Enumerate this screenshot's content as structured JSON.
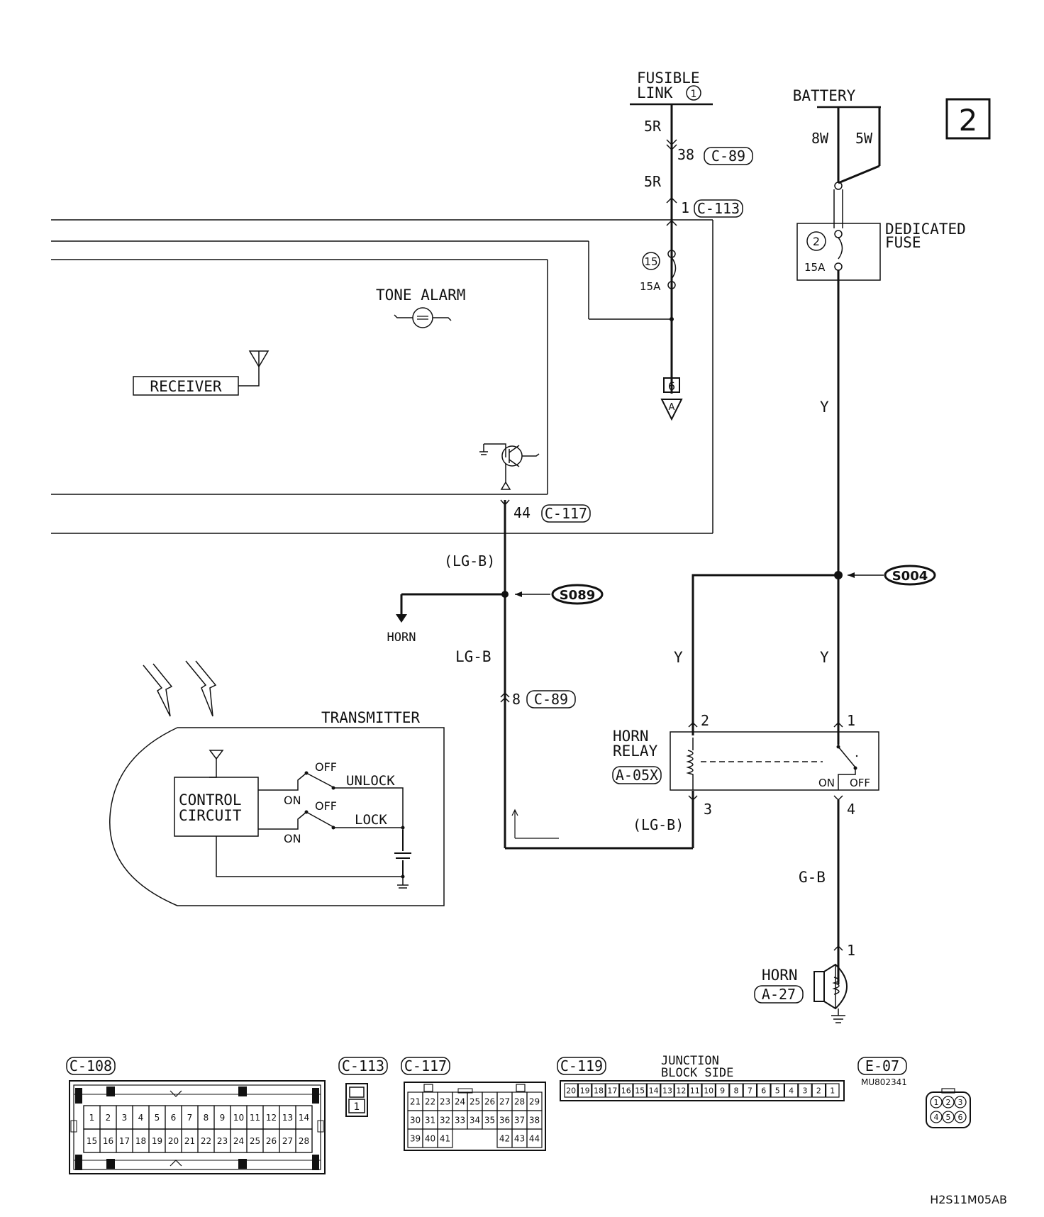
{
  "diagram": {
    "page_number": "2",
    "doc_code": "H2S11M05AB",
    "sources": {
      "fusible_link": "FUSIBLE\nLINK",
      "fusible_link_number": "1",
      "battery": "BATTERY"
    },
    "wires": {
      "w_5r_top": "5R",
      "w_5r_mid": "5R",
      "w_8w": "8W",
      "w_5w": "5W",
      "w_y_top": "Y",
      "w_lgb_paren": "(LG-B)",
      "w_lgb": "LG-B",
      "w_y_left": "Y",
      "w_y_right": "Y",
      "w_lgb_bottom": "(LG-B)",
      "w_gb": "G-B"
    },
    "pins": {
      "p38": "38",
      "p1_c113": "1",
      "p44": "44",
      "p8": "8",
      "relay_2": "2",
      "relay_1": "1",
      "relay_3": "3",
      "relay_4": "4",
      "horn_1": "1"
    },
    "connectors": {
      "c89_top": "C-89",
      "c113": "C-113",
      "c117": "C-117",
      "c89_bottom": "C-89"
    },
    "fuses": {
      "f15_number": "15",
      "f15_rating": "15A",
      "dedicated_number": "2",
      "dedicated_rating": "15A",
      "dedicated_label": "DEDICATED\nFUSE"
    },
    "splices": {
      "s089": "S089",
      "s004": "S004"
    },
    "components": {
      "tone_alarm": "TONE ALARM",
      "receiver": "RECEIVER",
      "ground_ref_num": "6",
      "ground_ref_letter": "A",
      "horn_arrow_label": "HORN",
      "transmitter": "TRANSMITTER",
      "control_circuit": "CONTROL\nCIRCUIT",
      "unlock": "UNLOCK",
      "lock": "LOCK",
      "on_1": "ON",
      "off_1": "OFF",
      "on_2": "ON",
      "off_2": "OFF",
      "horn_relay": "HORN\nRELAY",
      "horn_relay_code": "A-05X",
      "relay_on": "ON",
      "relay_off": "OFF",
      "horn": "HORN",
      "horn_code": "A-27"
    },
    "connector_views": {
      "c108_title": "C-108",
      "c108_row1": [
        "1",
        "2",
        "3",
        "4",
        "5",
        "6",
        "7",
        "8",
        "9",
        "10",
        "11",
        "12",
        "13",
        "14"
      ],
      "c108_row2": [
        "15",
        "16",
        "17",
        "18",
        "19",
        "20",
        "21",
        "22",
        "23",
        "24",
        "25",
        "26",
        "27",
        "28"
      ],
      "c113_title": "C-113",
      "c113_pin": "1",
      "c117_title": "C-117",
      "c117_row1": [
        "21",
        "22",
        "23",
        "24",
        "25",
        "26",
        "27",
        "28",
        "29"
      ],
      "c117_row2": [
        "30",
        "31",
        "32",
        "33",
        "34",
        "35",
        "36",
        "37",
        "38"
      ],
      "c117_row3_left": [
        "39",
        "40",
        "41"
      ],
      "c117_row3_right": [
        "42",
        "43",
        "44"
      ],
      "c119_title": "C-119",
      "c119_subtitle": "JUNCTION\nBLOCK SIDE",
      "c119_pins": [
        "20",
        "19",
        "18",
        "17",
        "16",
        "15",
        "14",
        "13",
        "12",
        "11",
        "10",
        "9",
        "8",
        "7",
        "6",
        "5",
        "4",
        "3",
        "2",
        "1"
      ],
      "e07_title": "E-07",
      "e07_part": "MU802341",
      "e07_row1": [
        "1",
        "2",
        "3"
      ],
      "e07_row2": [
        "4",
        "5",
        "6"
      ]
    }
  }
}
